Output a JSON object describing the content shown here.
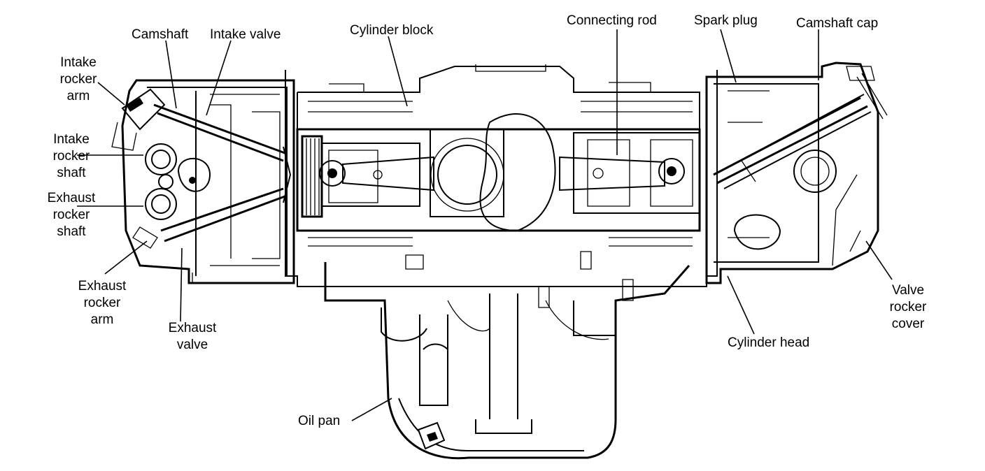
{
  "labels": {
    "camshaft": "Camshaft",
    "intake_valve": "Intake valve",
    "cylinder_block": "Cylinder block",
    "connecting_rod": "Connecting rod",
    "spark_plug": "Spark plug",
    "camshaft_cap": "Camshaft cap",
    "intake_rocker_arm": [
      "Intake",
      "rocker",
      "arm"
    ],
    "intake_rocker_shaft": [
      "Intake",
      "rocker",
      "shaft"
    ],
    "exhaust_rocker_shaft": [
      "Exhaust",
      "rocker",
      "shaft"
    ],
    "exhaust_rocker_arm": [
      "Exhaust",
      "rocker",
      "arm"
    ],
    "exhaust_valve": [
      "Exhaust",
      "valve"
    ],
    "oil_pan": "Oil pan",
    "cylinder_head": "Cylinder head",
    "valve_rocker_cover": [
      "Valve",
      "rocker",
      "cover"
    ]
  }
}
